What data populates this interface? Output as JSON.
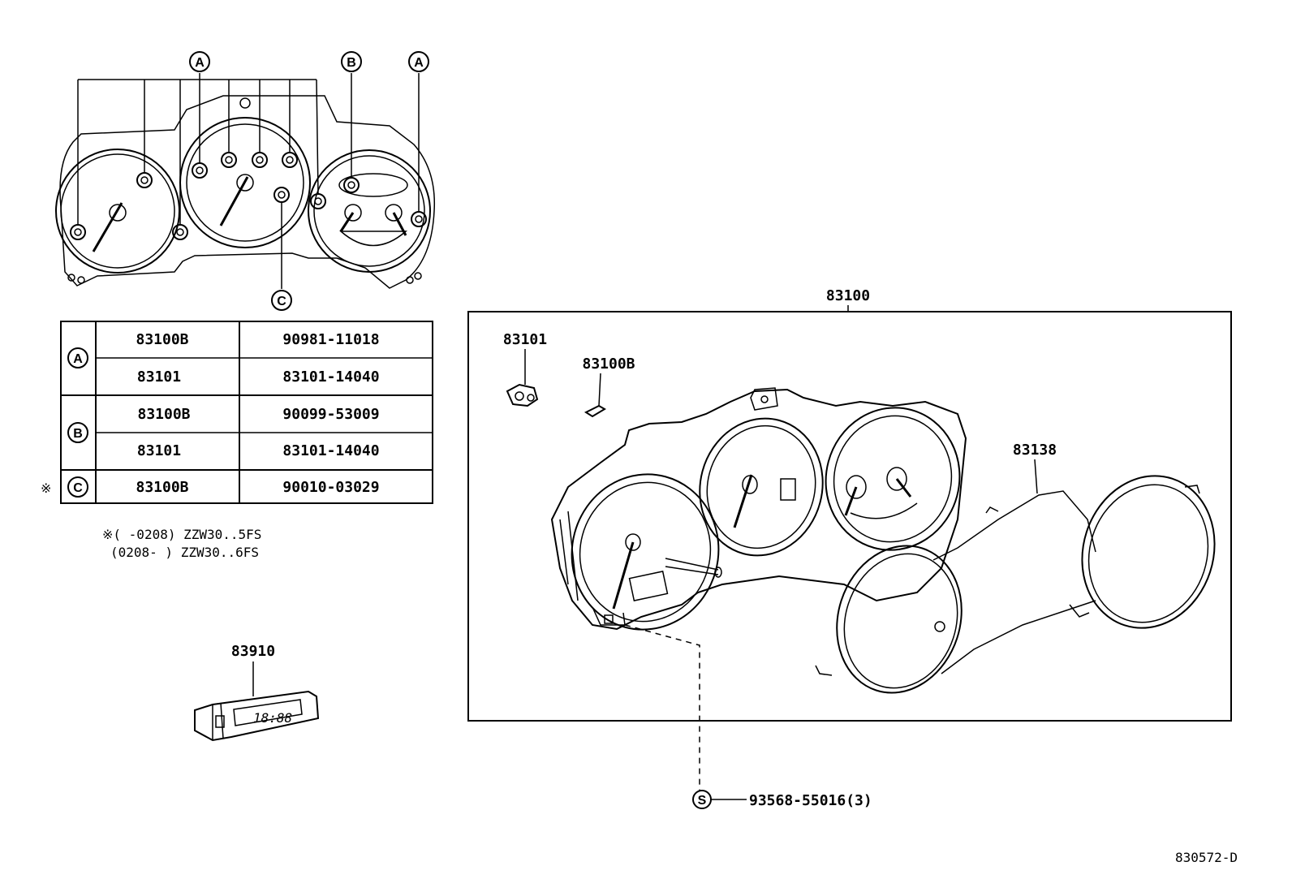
{
  "callouts": {
    "a": "A",
    "b": "B",
    "c": "C",
    "s": "S"
  },
  "table": {
    "rows": [
      {
        "group": "A",
        "part": "83100B",
        "number": "90981-11018"
      },
      {
        "group": "A",
        "part": "83101",
        "number": "83101-14040"
      },
      {
        "group": "B",
        "part": "83100B",
        "number": "90099-53009"
      },
      {
        "group": "B",
        "part": "83101",
        "number": "83101-14040"
      },
      {
        "group": "C",
        "part": "83100B",
        "number": "90010-03029"
      }
    ],
    "note_mark": "※"
  },
  "notes": {
    "line1": "※(     -0208) ZZW30..5FS",
    "line2": "(0208-     ) ZZW30..6FS"
  },
  "parts": {
    "p83100": "83100",
    "p83101": "83101",
    "p83100b": "83100B",
    "p83138": "83138",
    "p83910": "83910",
    "screw": "93568-55016(3)",
    "clock_display": "18:88"
  },
  "figure_code": "830572-D"
}
